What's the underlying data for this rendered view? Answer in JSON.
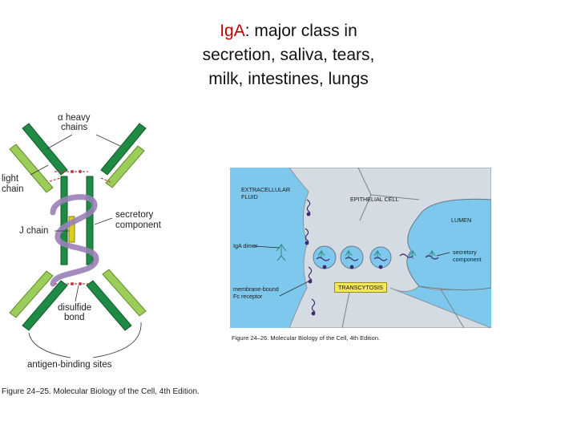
{
  "title": {
    "keyword": "IgA",
    "rest_line1": ": major class in",
    "line2": "secretion, saliva, tears,",
    "line3": "milk, intestines, lungs"
  },
  "left_figure": {
    "labels": {
      "alpha_heavy": "α heavy",
      "chains": "chains",
      "light": "light",
      "chain": "chain",
      "secretory": "secretory",
      "component": "component",
      "j_chain": "J chain",
      "disulfide": "disulfide",
      "bond": "bond",
      "antigen_binding": "antigen-binding sites"
    },
    "caption": "Figure 24–25. Molecular Biology of the Cell, 4th Edition.",
    "colors": {
      "heavy": "#1e8a44",
      "light": "#9ccc5a",
      "secretory": "#9a7fb8",
      "j_chain": "#d8d020",
      "disulfide": "#c23c4a"
    }
  },
  "right_figure": {
    "labels": {
      "extracellular": [
        "EXTRACELLULAR",
        "FLUID"
      ],
      "epithelial": "EPITHELIAL CELL",
      "lumen": "LUMEN",
      "iga_dimer": "IgA dimer",
      "membrane_bound": [
        "membrane-bound",
        "Fc receptor"
      ],
      "secretory_component": [
        "secretory",
        "component"
      ],
      "transcytosis": "TRANSCYTOSIS"
    },
    "caption": "Figure 24–26. Molecular Biology of the Cell, 4th Edition.",
    "colors": {
      "fluid": "#7ec8ee",
      "cell": "#d4dbe2",
      "receptor": "#3a2a6e",
      "antibody": "#2a8a7a"
    }
  }
}
